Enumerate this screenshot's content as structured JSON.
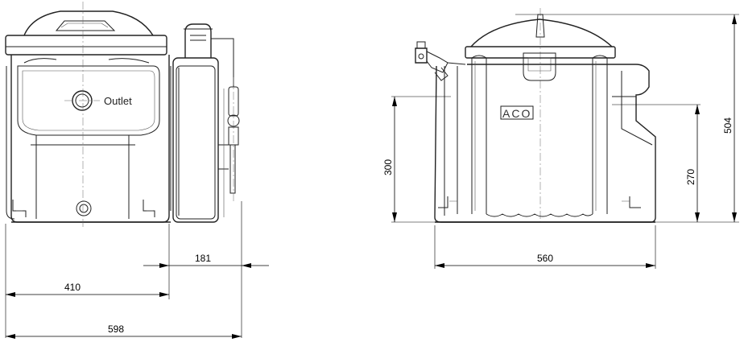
{
  "front_view": {
    "outlet_label": "Outlet"
  },
  "side_view": {
    "logo_text": "ACO"
  },
  "dimensions": {
    "width_181": "181",
    "width_410": "410",
    "width_598": "598",
    "width_560": "560",
    "height_300": "300",
    "height_270": "270",
    "height_504": "504"
  }
}
